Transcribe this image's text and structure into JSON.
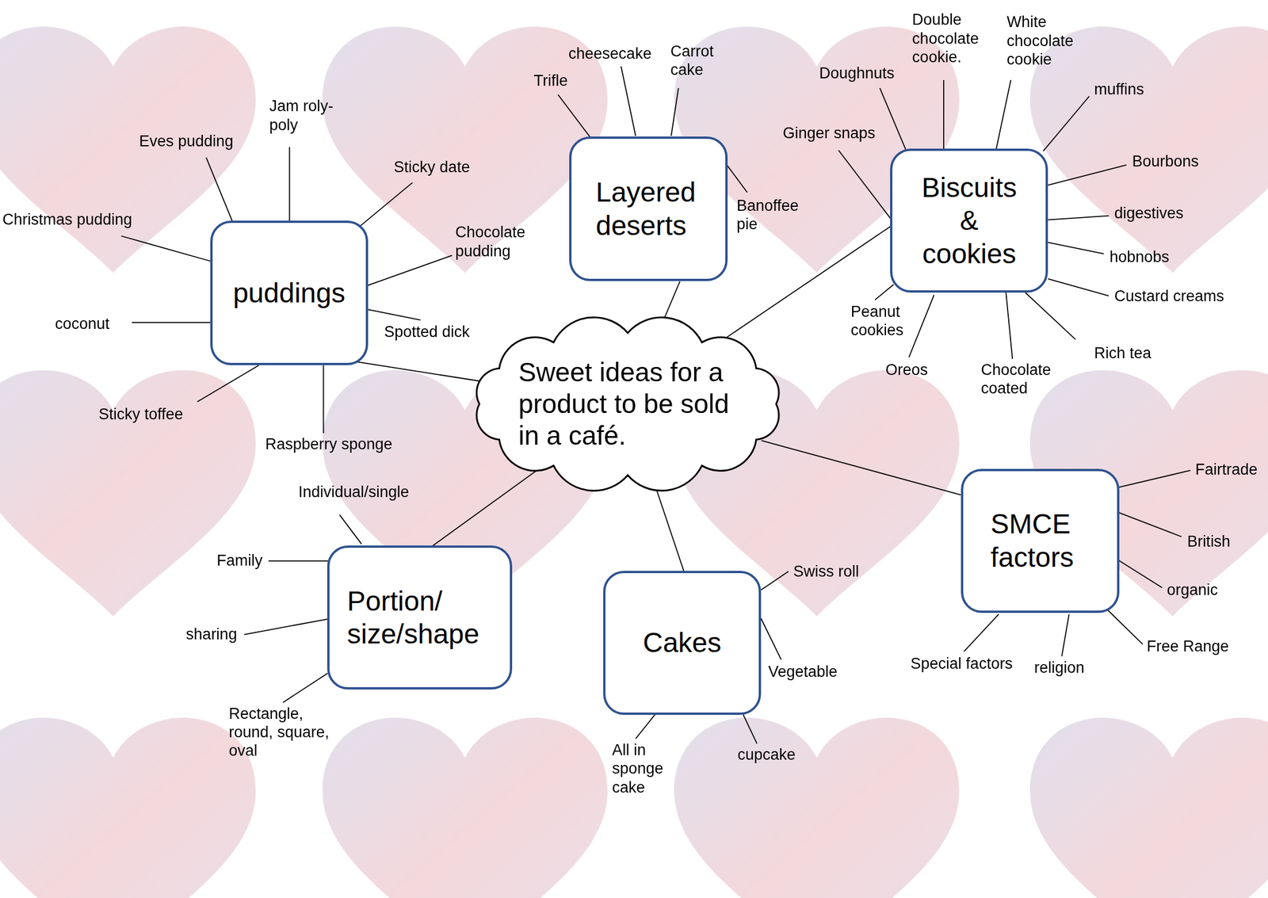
{
  "diagram": {
    "nodes": [
      {
        "text": [
          "Sweet ideas for a product to be sold in a café."
        ]
      },
      {
        "text": [
          "puddings"
        ]
      },
      {
        "text": [
          "Layered deserts"
        ]
      },
      {
        "text": [
          "Biscuits & cookies"
        ]
      },
      {
        "text": [
          "SMCE factors"
        ]
      },
      {
        "text": [
          "Cakes"
        ]
      },
      {
        "text": [
          "Portion/ size/shape"
        ]
      }
    ],
    "edges": [
      {
        "from": 0,
        "to": 1,
        "arrow": "none"
      },
      {
        "from": 0,
        "to": 2,
        "arrow": "none"
      },
      {
        "from": 0,
        "to": 3,
        "arrow": "none"
      },
      {
        "from": 0,
        "to": 4,
        "arrow": "none"
      },
      {
        "from": 0,
        "to": 5,
        "arrow": "none"
      },
      {
        "from": 0,
        "to": 6,
        "arrow": "none"
      }
    ],
    "labels": [
      "Eves pudding",
      "Jam roly-poly",
      "Sticky date",
      "Christmas pudding",
      "Chocolate pudding",
      "coconut",
      "Spotted dick",
      "Sticky toffee",
      "Raspberry sponge",
      "Trifle",
      "cheesecake",
      "Carrot cake",
      "Banoffee pie",
      "Doughnuts",
      "Double chocolate cookie.",
      "White chocolate cookie",
      "muffins",
      "Ginger snaps",
      "Bourbons",
      "digestives",
      "hobnobs",
      "Custard creams",
      "Rich tea",
      "Chocolate coated",
      "Oreos",
      "Peanut cookies",
      "Fairtrade",
      "British",
      "organic",
      "Free Range",
      "religion",
      "Special factors",
      "Swiss roll",
      "Vegetable",
      "cupcake",
      "All in sponge cake",
      "Individual/single",
      "Family",
      "sharing",
      "Rectangle, round, square, oval"
    ]
  }
}
